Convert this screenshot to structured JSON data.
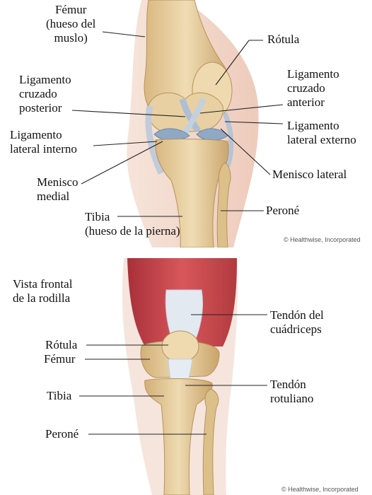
{
  "top_figure": {
    "labels": {
      "femur": "Fémur\n(hueso del\nmuslo)",
      "rotula": "Rótula",
      "lig_cruzado_posterior": "Ligamento\ncruzado\nposterior",
      "lig_cruzado_anterior": "Ligamento\ncruzado\nanterior",
      "lig_lateral_interno": "Ligamento\nlateral interno",
      "lig_lateral_externo": "Ligamento\nlateral externo",
      "menisco_medial": "Menisco\nmedial",
      "menisco_lateral": "Menisco lateral",
      "tibia": "Tibia\n(hueso de la pierna)",
      "perone": "Peroné"
    },
    "credit": "© Healthwise, Incorporated"
  },
  "bottom_figure": {
    "title": "Vista frontal\nde la rodilla",
    "labels": {
      "tendon_cuadriceps": "Tendón del\ncuádriceps",
      "rotula": "Rótula",
      "femur": "Fémur",
      "tibia": "Tibia",
      "tendon_rotuliano": "Tendón\nrotuliano",
      "perone": "Peroné"
    },
    "credit": "© Healthwise, Incorporated"
  },
  "colors": {
    "bone": "#e6cfa0",
    "bone_shade": "#c9a46a",
    "ligament": "#b9c7d8",
    "meniscus": "#8fa8c4",
    "muscle": "#c8474a",
    "skin": "#f3d9cc",
    "leader": "#222222"
  }
}
